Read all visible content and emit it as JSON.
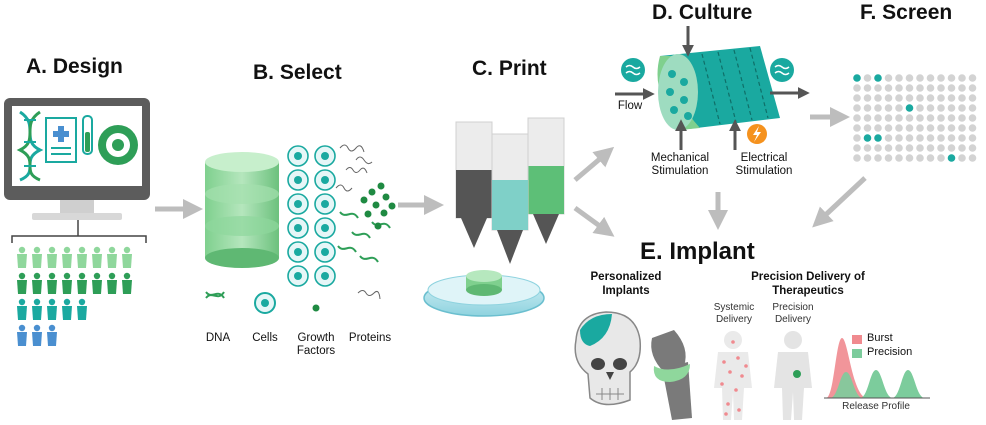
{
  "stages": {
    "design": "A. Design",
    "select": "B. Select",
    "print": "C. Print",
    "culture": "D. Culture",
    "implant": "E. Implant",
    "screen": "F. Screen"
  },
  "select_legend": {
    "dna": "DNA",
    "cells": "Cells",
    "growth_factors_line1": "Growth",
    "growth_factors_line2": "Factors",
    "proteins": "Proteins"
  },
  "culture_labels": {
    "flow": "Flow",
    "mechanical_line1": "Mechanical",
    "mechanical_line2": "Stimulation",
    "electrical_line1": "Electrical",
    "electrical_line2": "Stimulation"
  },
  "implant_sections": {
    "personalized_line1": "Personalized",
    "personalized_line2": "Implants",
    "precision_line1": "Precision Delivery of",
    "precision_line2": "Therapeutics",
    "systemic_line1": "Systemic",
    "systemic_line2": "Delivery",
    "precision_delivery_line1": "Precision",
    "precision_delivery_line2": "Delivery"
  },
  "release_chart": {
    "burst": "Burst",
    "precision": "Precision",
    "caption": "Release Profile"
  },
  "colors": {
    "teal": "#1aa9a0",
    "green": "#2e9e57",
    "light_green": "#7fd08e",
    "blue": "#4a8fd0",
    "arrow_gray": "#bdbdbd",
    "burst_red": "#f08a8f",
    "precision_green": "#7ccc9c"
  }
}
